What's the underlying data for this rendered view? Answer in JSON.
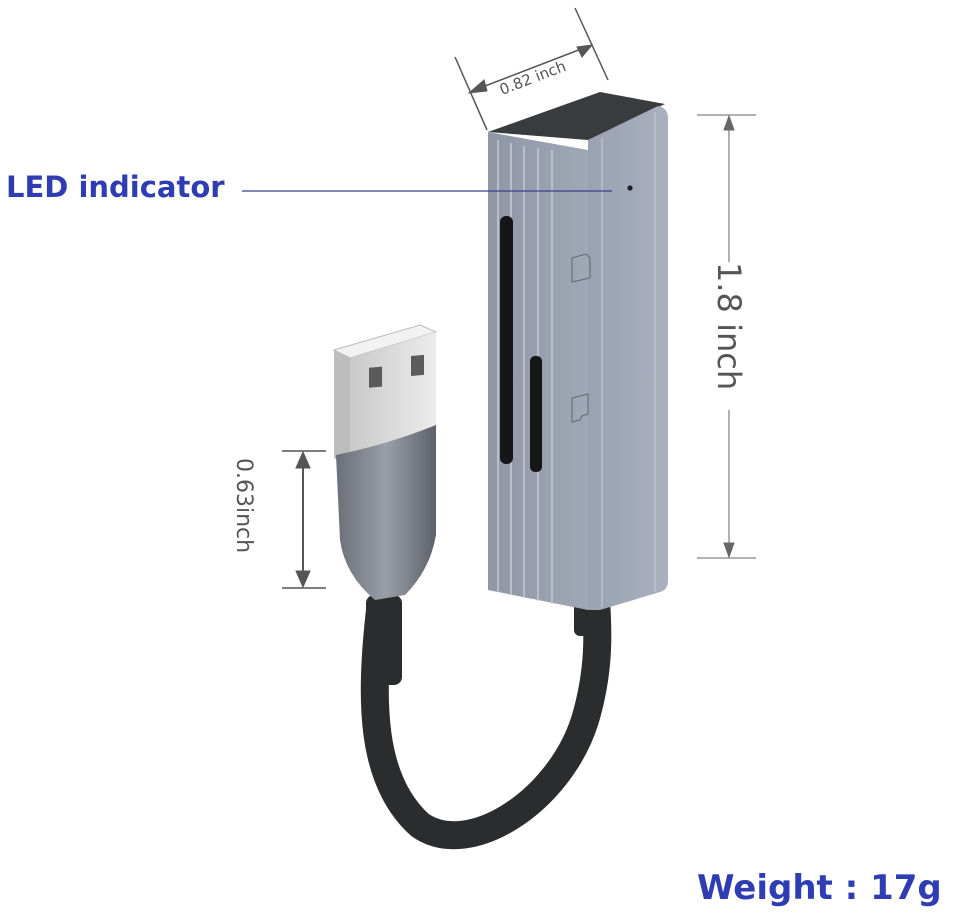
{
  "product": {
    "type": "USB card reader",
    "slot_labels": {
      "sd": "SD",
      "tf": "TF"
    }
  },
  "annotations": {
    "led": {
      "label": "LED indicator"
    },
    "width": {
      "label": "0.82 inch"
    },
    "height": {
      "label": "1.8 inch"
    },
    "plug": {
      "label": "0.63inch"
    },
    "weight": {
      "label": "Weight : 17g"
    }
  },
  "colors": {
    "label_blue": "#2f3db3",
    "body_gray": "#a4acbb",
    "top_dark": "#3a3b3e",
    "cable_black": "#2b2c2e",
    "dimension_line": "#666666"
  }
}
